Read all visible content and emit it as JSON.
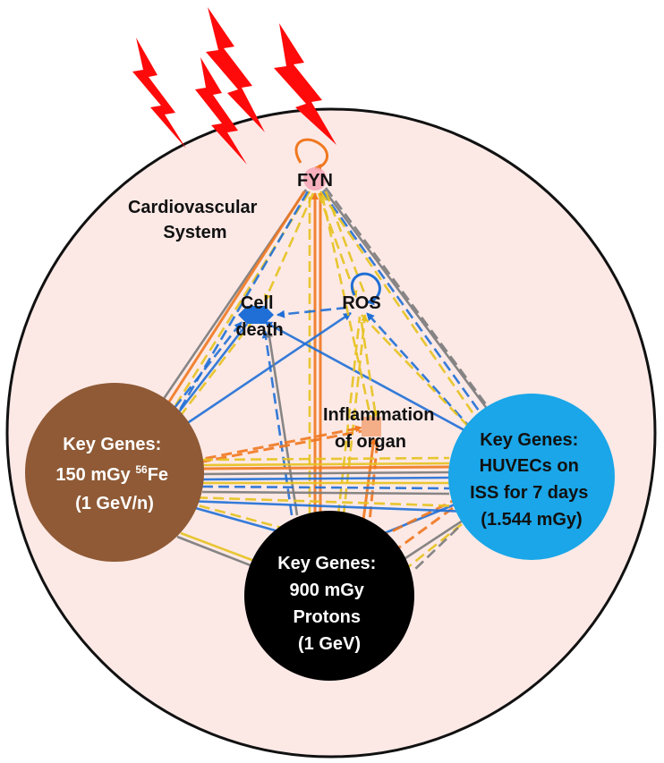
{
  "colors": {
    "system_fill": "#fce9e6",
    "system_stroke": "#111111",
    "lightning": "#ff0a0a",
    "orange": "#f07820",
    "blue": "#1f6fd6",
    "yellow": "#f2cf2a",
    "gray": "#8a8a8a",
    "fe_node": "#8f5a35",
    "proton_node": "#000000",
    "huvec_node": "#1aa6e8",
    "inflammation_marker": "#f4ae88",
    "fyn_marker": "#f6a6b6"
  },
  "system_label": {
    "line1": "Cardiovascular",
    "line2": "System"
  },
  "nodes": {
    "fyn": {
      "label": "FYN",
      "icon": "pink-circle-icon"
    },
    "cell_death": {
      "line1": "Cell",
      "line2": "death",
      "icon": "blue-hexagon-icon"
    },
    "ros": {
      "label": "ROS",
      "icon": "self-loop-icon"
    },
    "inflammation": {
      "line1": "Inflammation",
      "line2": "of organ",
      "icon": "orange-square-icon"
    }
  },
  "key_genes": {
    "fe": {
      "line1": "Key Genes:",
      "line2a": "150 mGy ",
      "sup": "56",
      "line2b": "Fe",
      "line3": "(1 GeV/n)"
    },
    "protons": {
      "line1": "Key Genes:",
      "line2": "900 mGy",
      "line3": "Protons",
      "line4": "(1 GeV)"
    },
    "huvec": {
      "line1": "Key Genes:",
      "line2": "HUVECs on",
      "line3": "ISS for 7 days",
      "line4": "(1.544 mGy)"
    }
  },
  "lightning_icon": "lightning-bolt-icon"
}
